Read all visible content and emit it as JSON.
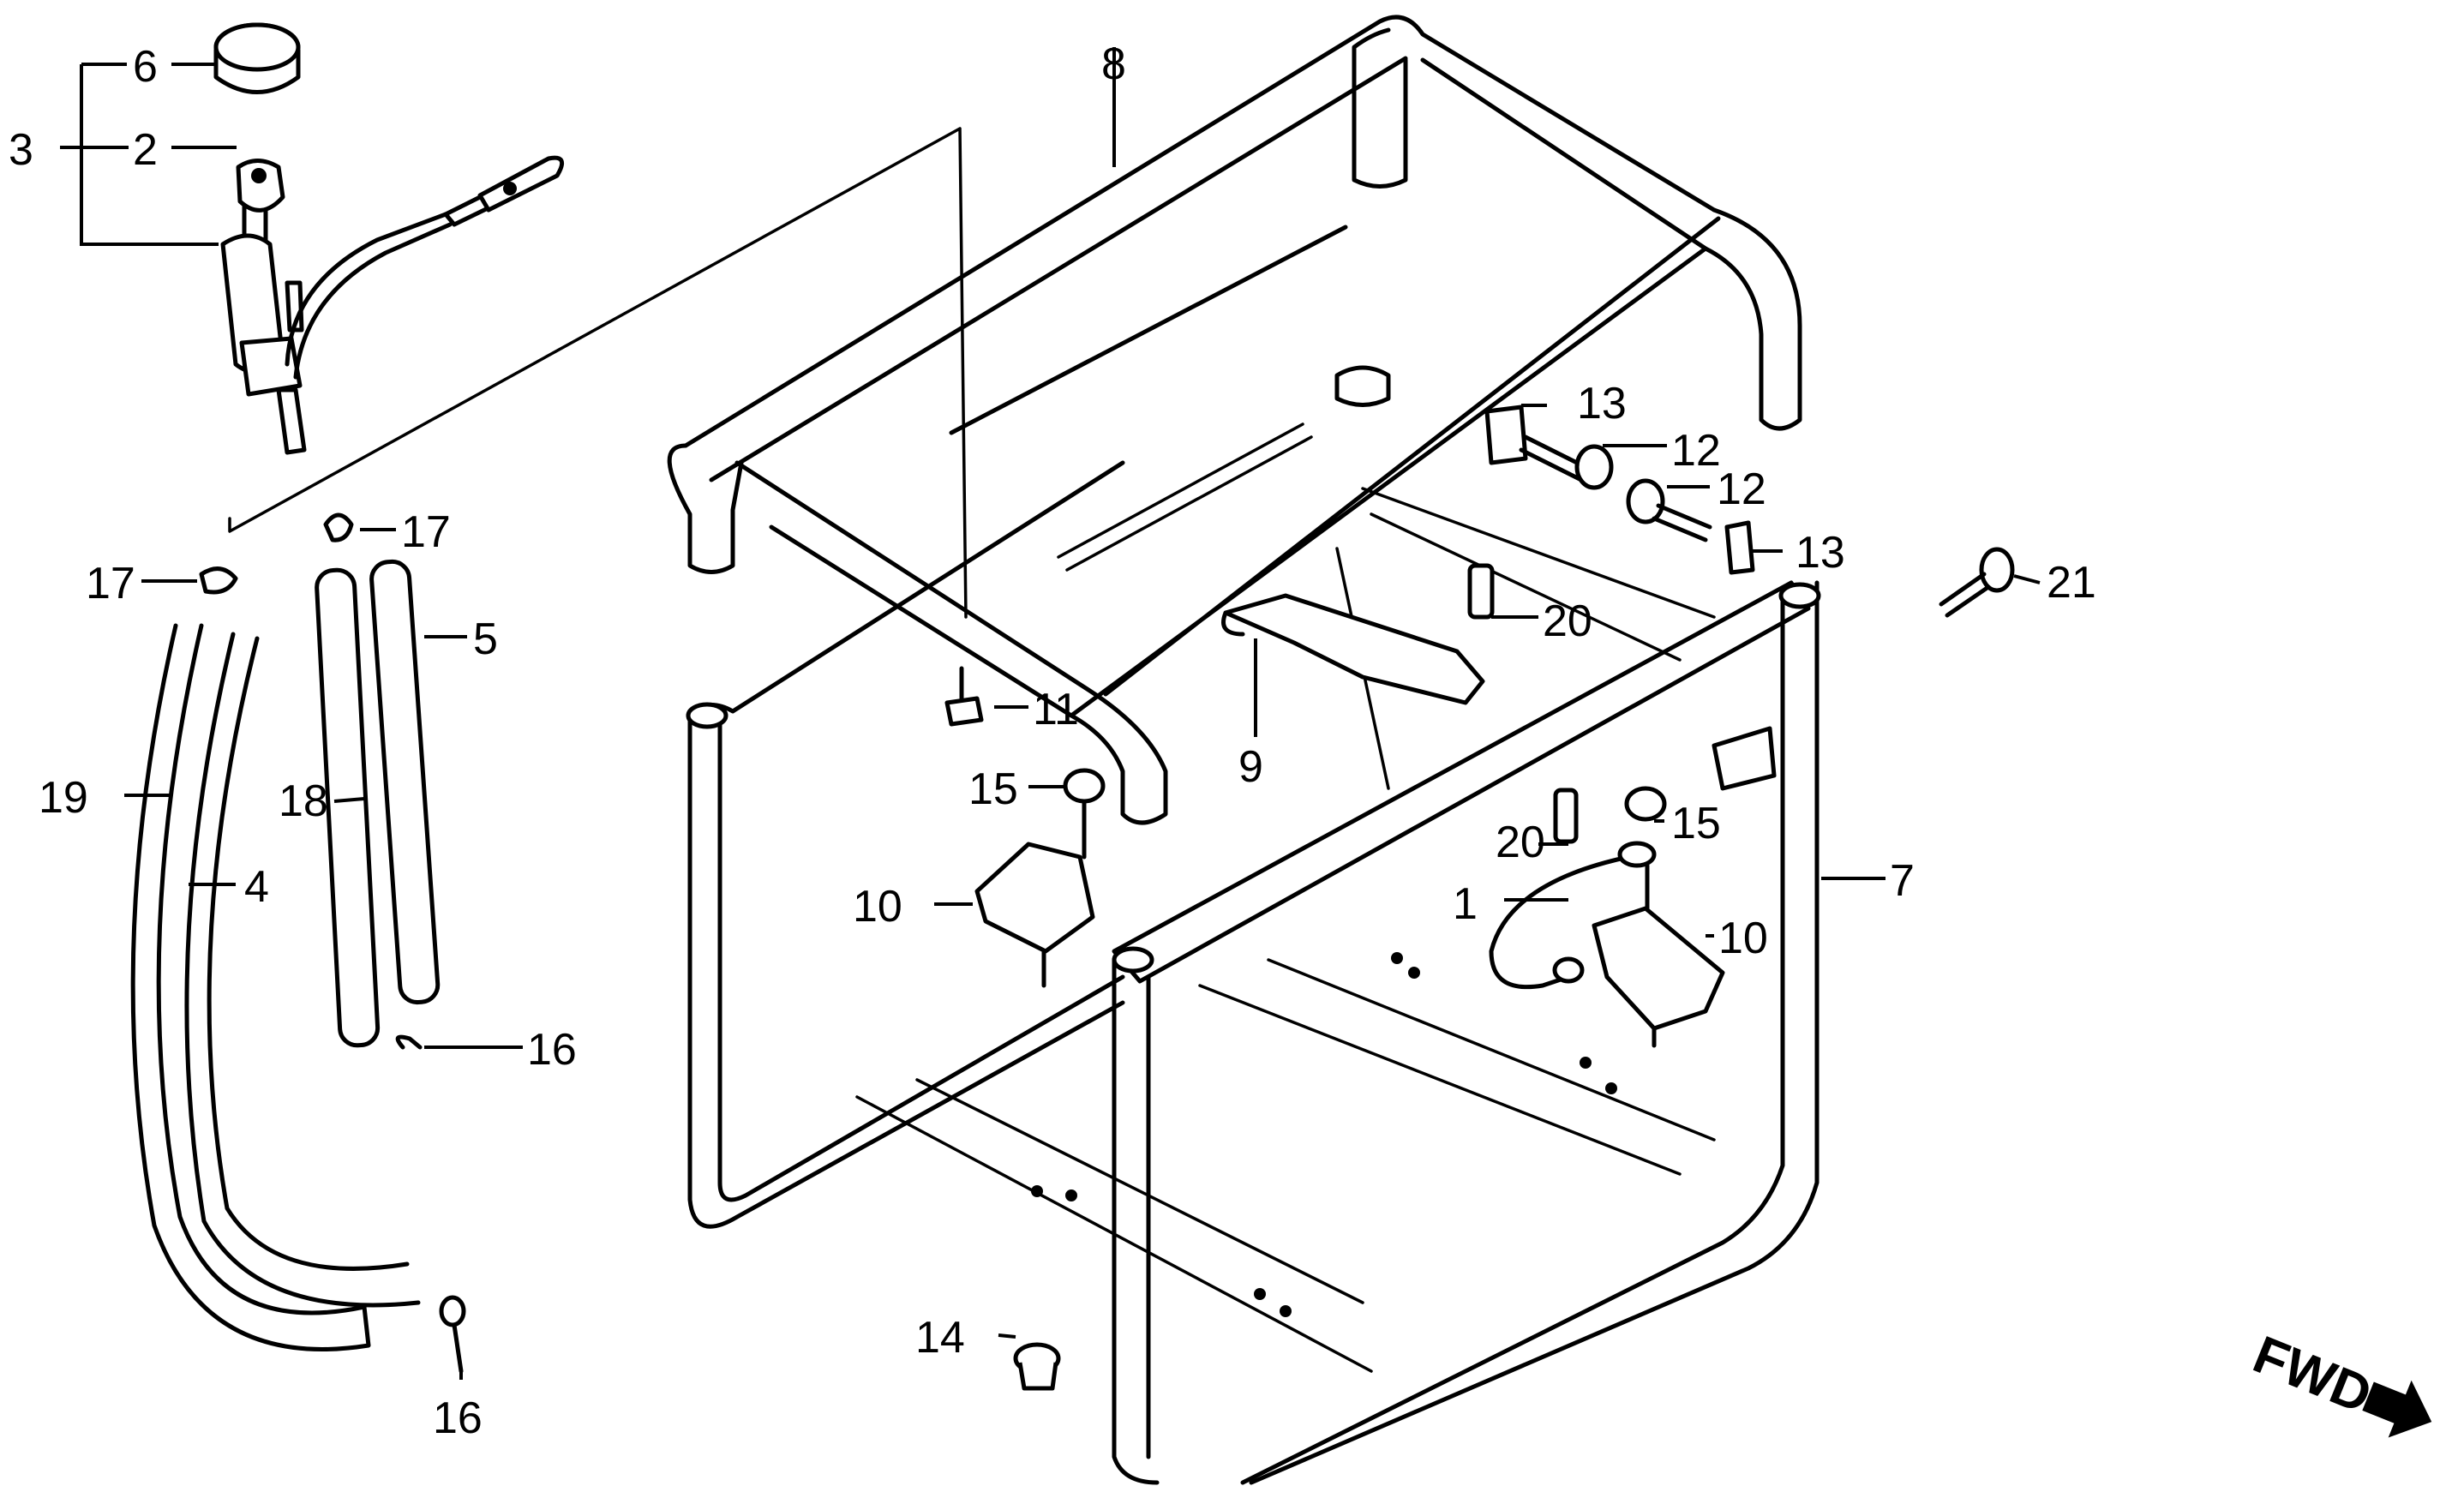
{
  "diagram": {
    "title": "Generator frame parts exploded view",
    "direction_indicator": {
      "label": "FWD",
      "icon": "arrow-right-icon"
    },
    "callouts": [
      {
        "id": "c1",
        "label": "1"
      },
      {
        "id": "c2",
        "label": "2"
      },
      {
        "id": "c3",
        "label": "3"
      },
      {
        "id": "c4",
        "label": "4"
      },
      {
        "id": "c5",
        "label": "5"
      },
      {
        "id": "c6",
        "label": "6"
      },
      {
        "id": "c7",
        "label": "7"
      },
      {
        "id": "c8",
        "label": "8"
      },
      {
        "id": "c9",
        "label": "9"
      },
      {
        "id": "c10a",
        "label": "10"
      },
      {
        "id": "c10b",
        "label": "10"
      },
      {
        "id": "c11",
        "label": "11"
      },
      {
        "id": "c12a",
        "label": "12"
      },
      {
        "id": "c12b",
        "label": "12"
      },
      {
        "id": "c13a",
        "label": "13"
      },
      {
        "id": "c13b",
        "label": "13"
      },
      {
        "id": "c14",
        "label": "14"
      },
      {
        "id": "c15a",
        "label": "15"
      },
      {
        "id": "c15b",
        "label": "15"
      },
      {
        "id": "c16a",
        "label": "16"
      },
      {
        "id": "c16b",
        "label": "16"
      },
      {
        "id": "c17a",
        "label": "17"
      },
      {
        "id": "c17b",
        "label": "17"
      },
      {
        "id": "c18",
        "label": "18"
      },
      {
        "id": "c19",
        "label": "19"
      },
      {
        "id": "c20a",
        "label": "20"
      },
      {
        "id": "c20b",
        "label": "20"
      },
      {
        "id": "c21",
        "label": "21"
      }
    ]
  }
}
